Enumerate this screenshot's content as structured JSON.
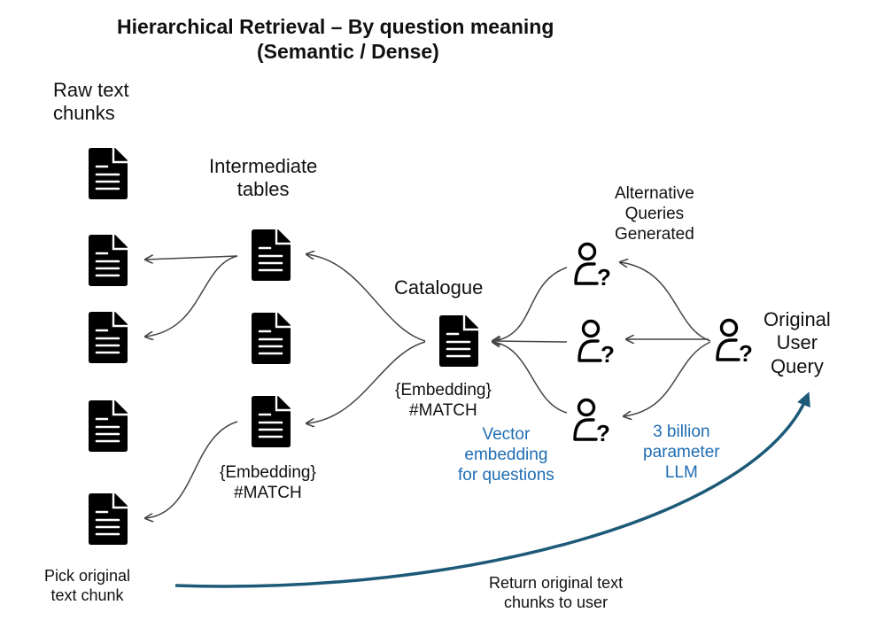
{
  "title": {
    "line1": "Hierarchical Retrieval – By question meaning",
    "line2": "(Semantic / Dense)"
  },
  "labels": {
    "raw_chunks": [
      "Raw text",
      "chunks"
    ],
    "intermediate": [
      "Intermediate",
      "tables"
    ],
    "catalogue": "Catalogue",
    "alt_queries": [
      "Alternative",
      "Queries",
      "Generated"
    ],
    "original_query": [
      "Original",
      "User",
      "Query"
    ],
    "catalogue_embedding": [
      "{Embedding}",
      "#MATCH"
    ],
    "intermediate_embedding": [
      "{Embedding}",
      "#MATCH"
    ],
    "vector_embedding": [
      "Vector",
      "embedding",
      "for questions"
    ],
    "llm": [
      "3 billion",
      "parameter",
      "LLM"
    ],
    "pick_chunk": [
      "Pick original",
      "text chunk"
    ],
    "return_chunks": [
      "Return original text",
      "chunks to user"
    ]
  },
  "icons": {
    "document": "document-icon",
    "user_question": "user-question-icon",
    "question_mark": "?"
  },
  "colors": {
    "ink": "#000000",
    "arrow": "#444444",
    "accent_text": "#1f6db3",
    "return_arrow": "#1d5a78"
  }
}
